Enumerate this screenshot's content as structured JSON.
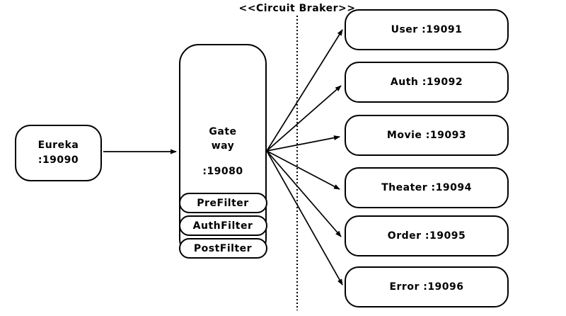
{
  "diagram": {
    "boundary_label": "<<Circuit Braker>>",
    "colors": {
      "stroke": "#000000",
      "background": "#ffffff"
    }
  },
  "eureka": {
    "name": "Eureka",
    "port": ":19090"
  },
  "gateway": {
    "name_line1": "Gate",
    "name_line2": "way",
    "port": ":19080",
    "filters": [
      "PreFilter",
      "AuthFilter",
      "PostFilter"
    ]
  },
  "services": [
    {
      "label": "User :19091"
    },
    {
      "label": "Auth :19092"
    },
    {
      "label": "Movie :19093"
    },
    {
      "label": "Theater :19094"
    },
    {
      "label": "Order :19095"
    },
    {
      "label": "Error :19096"
    }
  ]
}
